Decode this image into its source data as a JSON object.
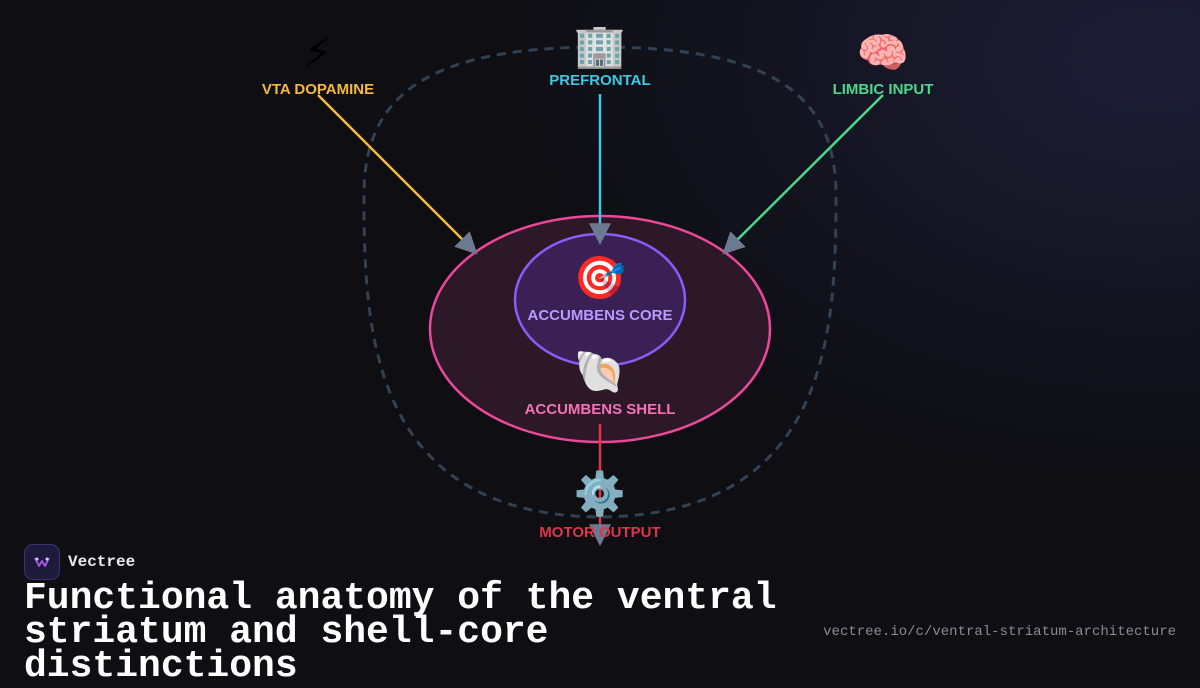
{
  "colors": {
    "vta": "#f5b93c",
    "prefrontal": "#3cc8e6",
    "limbic": "#4cd88c",
    "core": "#8b5cf6",
    "core_text": "#b69cff",
    "shell": "#ec4899",
    "shell_text": "#f472b6",
    "motor": "#e0344c",
    "boundary": "#334155",
    "arrowhead": "#6b7a90"
  },
  "nodes": {
    "vta": {
      "label": "VTA DOPAMINE",
      "icon": "⚡",
      "icon_name": "lightning-icon"
    },
    "prefrontal": {
      "label": "PREFRONTAL",
      "icon": "🏢",
      "icon_name": "building-icon"
    },
    "limbic": {
      "label": "LIMBIC INPUT",
      "icon": "🧠",
      "icon_name": "brain-icon"
    },
    "core": {
      "label": "ACCUMBENS CORE",
      "icon": "🎯",
      "icon_name": "target-icon"
    },
    "shell": {
      "label": "ACCUMBENS SHELL",
      "icon": "🐚",
      "icon_name": "shell-icon"
    },
    "motor": {
      "label": "MOTOR OUTPUT",
      "icon": "⚙️",
      "icon_name": "gear-icon"
    }
  },
  "edges": [
    {
      "from": "vta",
      "to": "shell"
    },
    {
      "from": "prefrontal",
      "to": "core"
    },
    {
      "from": "limbic",
      "to": "shell"
    },
    {
      "from": "shell",
      "to": "motor"
    }
  ],
  "brand": {
    "name": "Vectree"
  },
  "title": "Functional anatomy of the ventral striatum and shell-core distinctions",
  "url": "vectree.io/c/ventral-striatum-architecture"
}
